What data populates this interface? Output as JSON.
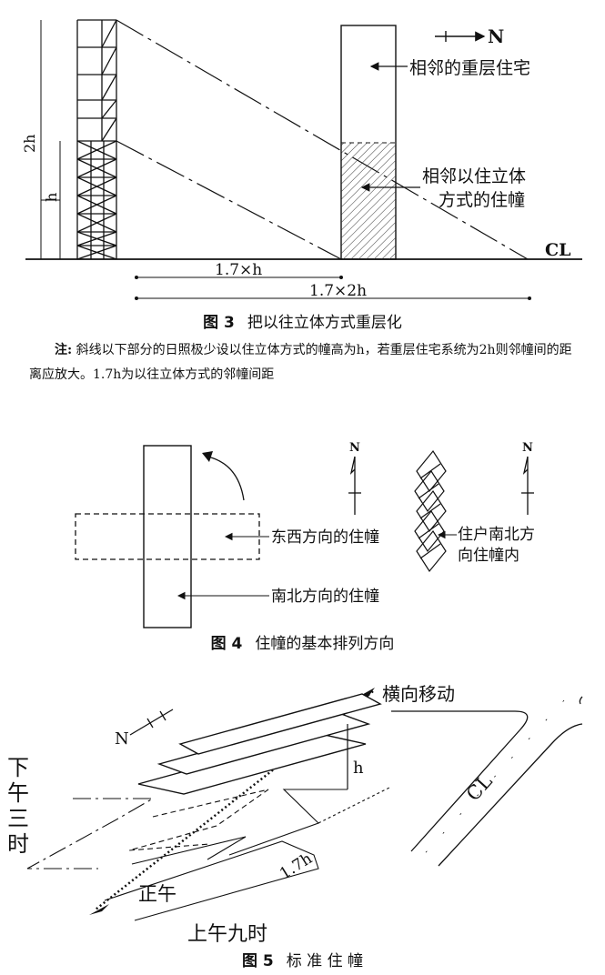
{
  "fig3": {
    "caption_num": "图 3",
    "caption_text": "把以往立体方式重层化",
    "label_2h": "2h",
    "label_h": "h",
    "compass_n": "N",
    "label_heavy": "相邻的重层住宅",
    "label_old_line1": "相邻以住立体",
    "label_old_line2": "方式的住幢",
    "label_cl": "CL",
    "dim_1": "1.7×h",
    "dim_2": "1.7×2h",
    "note_label": "注:",
    "note_text": "斜线以下部分的日照极少设以住立体方式的幢高为h，若重层住宅系统为2h则邻幢间的距离应放大。1.7h为以往立体方式的邻幢间距"
  },
  "fig4": {
    "caption_num": "图 4",
    "caption_text": "住幢的基本排列方向",
    "label_ew": "东西方向的住幢",
    "label_ns": "南北方向的住幢",
    "label_res_line1": "住户南北方",
    "label_res_line2": "向住幢内",
    "compass_n1": "N",
    "compass_n2": "N"
  },
  "fig5": {
    "caption_num": "图 5",
    "caption_text": "标 准 住 幢",
    "label_move": "横向移动",
    "compass_n": "N",
    "label_pm_line1": "下",
    "label_pm_line2": "午",
    "label_pm_line3": "三",
    "label_pm_line4": "时",
    "label_noon": "正午",
    "label_am": "上午九时",
    "label_h": "h",
    "label_17h": "1.7h",
    "label_cl": "CL"
  }
}
